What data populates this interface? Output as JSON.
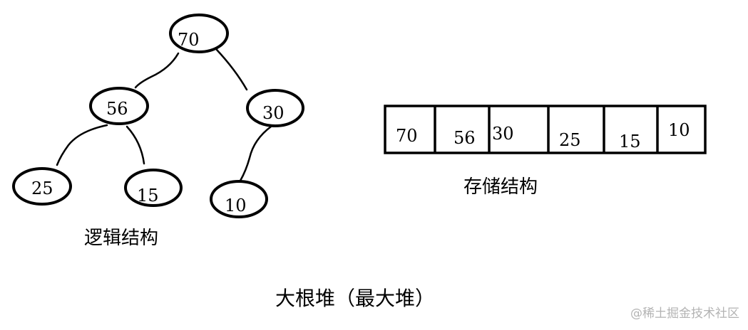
{
  "tree": {
    "nodes": [
      {
        "id": "n70",
        "value": "70"
      },
      {
        "id": "n56",
        "value": "56"
      },
      {
        "id": "n30",
        "value": "30"
      },
      {
        "id": "n25",
        "value": "25"
      },
      {
        "id": "n15",
        "value": "15"
      },
      {
        "id": "n10",
        "value": "10"
      }
    ],
    "edges": [
      {
        "from": "n70",
        "to": "n56"
      },
      {
        "from": "n70",
        "to": "n30"
      },
      {
        "from": "n56",
        "to": "n25"
      },
      {
        "from": "n56",
        "to": "n15"
      },
      {
        "from": "n30",
        "to": "n10"
      }
    ]
  },
  "array": {
    "cells": [
      "70",
      "56",
      "30",
      "25",
      "15",
      "10"
    ]
  },
  "labels": {
    "logical_structure": "逻辑结构",
    "storage_structure": "存储结构",
    "title": "大根堆（最大堆）"
  },
  "watermark": "@稀土掘金技术社区",
  "colors": {
    "stroke": "#000000",
    "background": "#ffffff",
    "watermark": "#b3b3b3"
  }
}
